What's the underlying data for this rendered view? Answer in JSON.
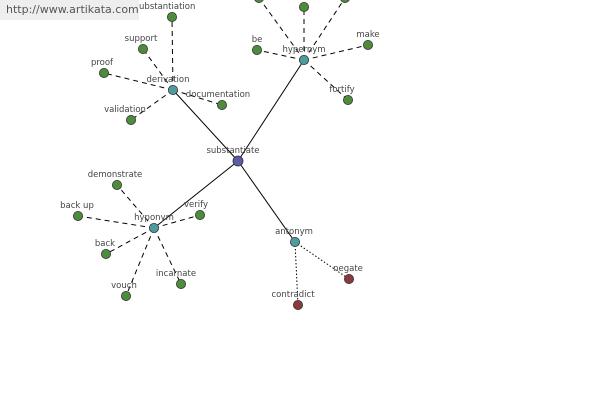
{
  "watermark": "http://www.artikata.com",
  "colors": {
    "center": "#5c5ca6",
    "hub": "#4e9ca0",
    "leaf": "#4c8c3c",
    "antonym_leaf": "#8a3a3a",
    "edge": "#000000",
    "label": "#444444"
  },
  "center": {
    "id": "substantiate",
    "label": "substantiate"
  },
  "hubs": [
    {
      "id": "derivation",
      "label": "derivation",
      "leaves": [
        {
          "id": "substantiation",
          "label": "substantiation"
        },
        {
          "id": "support",
          "label": "support"
        },
        {
          "id": "proof",
          "label": "proof"
        },
        {
          "id": "documentation",
          "label": "documentation"
        },
        {
          "id": "validation",
          "label": "validation"
        }
      ]
    },
    {
      "id": "hypernym",
      "label": "hypernym",
      "leaves": [
        {
          "id": "hyp-top-1",
          "label": ""
        },
        {
          "id": "hyp-top-2",
          "label": ""
        },
        {
          "id": "hyp-top-3",
          "label": ""
        },
        {
          "id": "be",
          "label": "be"
        },
        {
          "id": "make",
          "label": "make"
        },
        {
          "id": "fortify",
          "label": "fortify"
        }
      ]
    },
    {
      "id": "hyponym",
      "label": "hyponym",
      "leaves": [
        {
          "id": "demonstrate",
          "label": "demonstrate"
        },
        {
          "id": "back-up",
          "label": "back up"
        },
        {
          "id": "verify",
          "label": "verify"
        },
        {
          "id": "back",
          "label": "back"
        },
        {
          "id": "vouch",
          "label": "vouch"
        },
        {
          "id": "incarnate",
          "label": "incarnate"
        }
      ]
    },
    {
      "id": "antonym",
      "label": "antonym",
      "leaves": [
        {
          "id": "negate",
          "label": "negate"
        },
        {
          "id": "contradict",
          "label": "contradict"
        }
      ]
    }
  ]
}
